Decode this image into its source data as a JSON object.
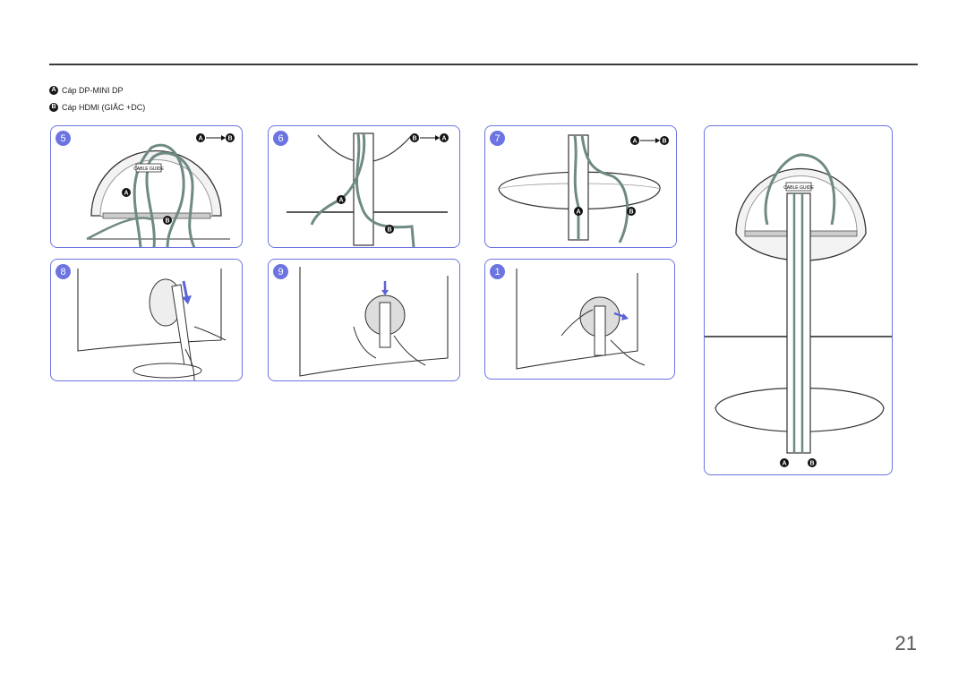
{
  "legend": {
    "items": [
      {
        "letter": "A",
        "text": "Cáp DP-MINI DP"
      },
      {
        "letter": "B",
        "text": "Cáp HDMI (GIẮC +DC)"
      }
    ]
  },
  "steps": [
    {
      "number": "5",
      "order": [
        "A",
        "B"
      ],
      "callouts": [
        "A",
        "B"
      ],
      "label": "CABLE GUIDE"
    },
    {
      "number": "6",
      "order": [
        "B",
        "A"
      ],
      "callouts": [
        "A",
        "B"
      ]
    },
    {
      "number": "7",
      "order": [
        "A",
        "B"
      ],
      "callouts": [
        "A",
        "B"
      ]
    },
    {
      "number": "8"
    },
    {
      "number": "9"
    },
    {
      "number": "1"
    }
  ],
  "overview": {
    "callouts": [
      "A",
      "B"
    ],
    "label": "CABLE GUIDE"
  },
  "page_number": "21",
  "colors": {
    "accent": "#6b74e0",
    "cable": "#6f8a84",
    "arrow": "#5a63d6"
  }
}
